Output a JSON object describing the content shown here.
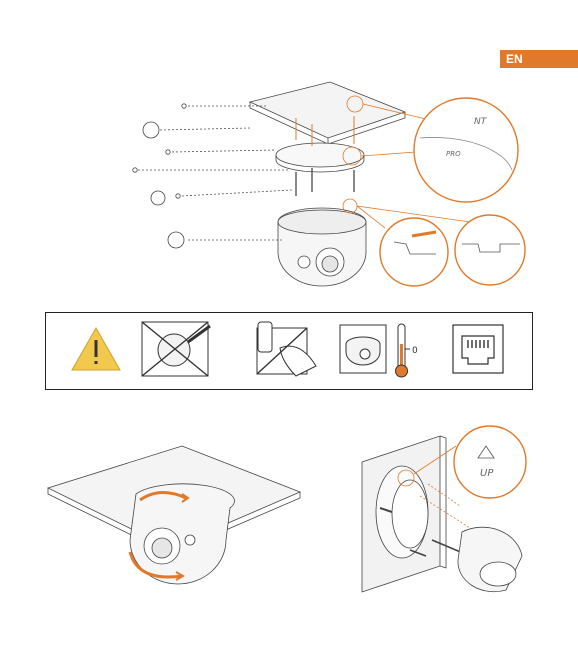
{
  "header": {
    "language_tab": "EN"
  },
  "install_diagram": {
    "callout_top_label": "NT",
    "callout_bottom_label": "PRO"
  },
  "warnings": {
    "thermometer_label": "0"
  },
  "mount_diagram": {
    "callout_label": "UP"
  },
  "colors": {
    "accent": "#e07a2a",
    "warning_yellow": "#f2c94c",
    "line": "#333333"
  }
}
